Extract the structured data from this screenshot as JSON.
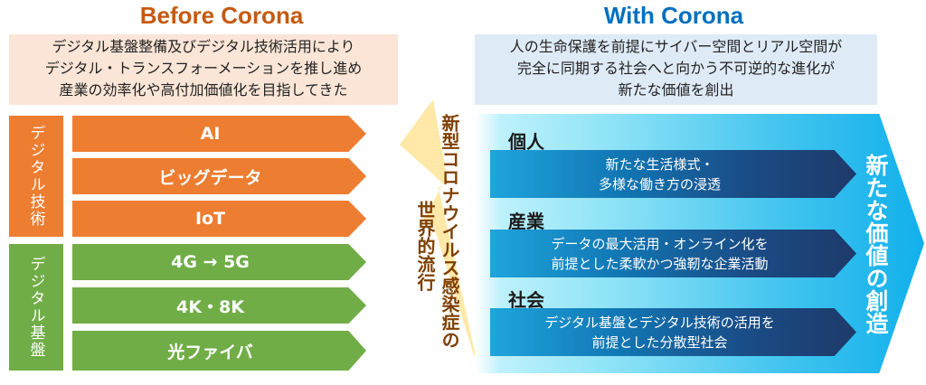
{
  "before": {
    "title": "Before Corona",
    "description": [
      "デジタル基盤整備及びデジタル技術活用により",
      "デジタル・トランスフォーメーションを推し進め",
      "産業の効率化や高付加価値化を目指してきた"
    ],
    "groups": [
      {
        "label": "デジタル技術",
        "items": [
          "AI",
          "ビッグデータ",
          "IoT"
        ]
      },
      {
        "label": "デジタル基盤",
        "items": [
          "4G → 5G",
          "4K・8K",
          "光ファイバ"
        ]
      }
    ]
  },
  "transition": {
    "line1": "新型コロナウイルス感染症の",
    "line2": "世界的流行"
  },
  "with": {
    "title": "With Corona",
    "description": [
      "人の生命保護を前提にサイバー空間とリアル空間が",
      "完全に同期する社会へと向かう不可逆的な進化が",
      "新たな価値を創出"
    ],
    "categories": [
      {
        "label": "個人",
        "text": [
          "新たな生活様式・",
          "多様な働き方の浸透"
        ]
      },
      {
        "label": "産業",
        "text": [
          "データの最大活用・オンライン化を",
          "前提とした柔軟かつ強靭な企業活動"
        ]
      },
      {
        "label": "社会",
        "text": [
          "デジタル基盤とデジタル技術の活用を",
          "前提とした分散型社会"
        ]
      }
    ],
    "result": "新たな価値の創造"
  },
  "colors": {
    "orange": "#ed7d31",
    "green": "#70ad47",
    "title_orange": "#c55a11",
    "title_blue": "#0070c0"
  }
}
